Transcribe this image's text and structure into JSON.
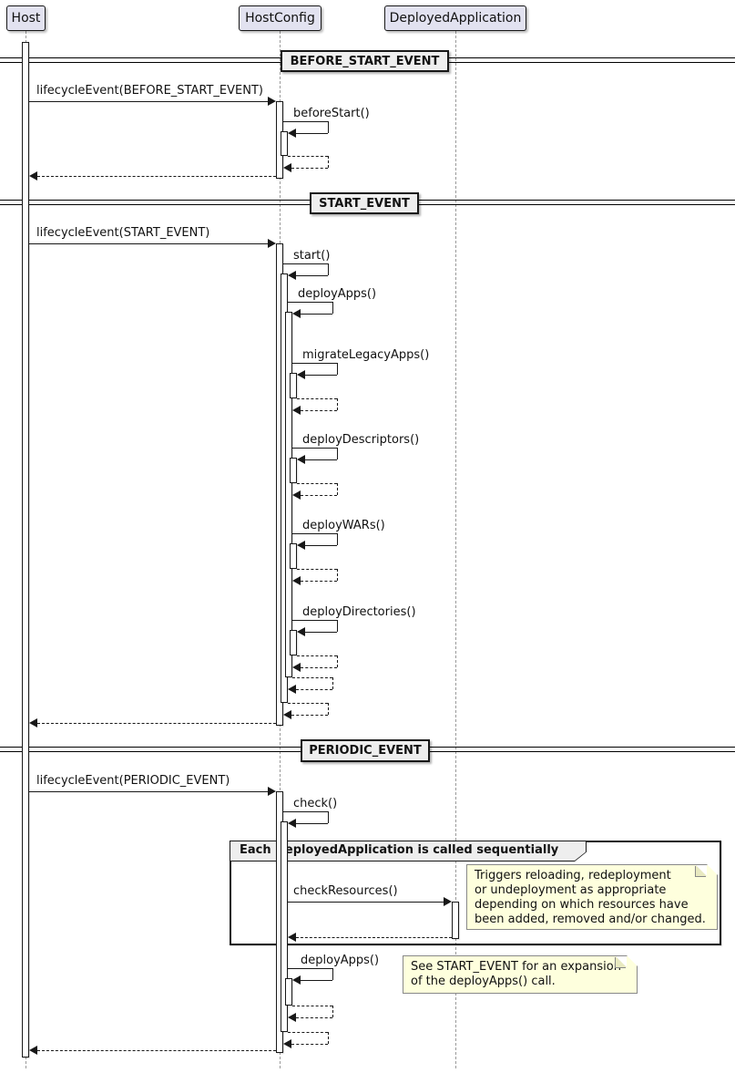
{
  "participants": [
    {
      "name": "Host"
    },
    {
      "name": "HostConfig"
    },
    {
      "name": "DeployedApplication"
    }
  ],
  "dividers": {
    "before_start": "BEFORE_START_EVENT",
    "start": "START_EVENT",
    "periodic": "PERIODIC_EVENT"
  },
  "messages": {
    "lifecycle_before": "lifecycleEvent(BEFORE_START_EVENT)",
    "before_start": "beforeStart()",
    "lifecycle_start": "lifecycleEvent(START_EVENT)",
    "start": "start()",
    "deploy_apps": "deployApps()",
    "migrate_legacy_apps": "migrateLegacyApps()",
    "deploy_descriptors": "deployDescriptors()",
    "deploy_wars": "deployWARs()",
    "deploy_directories": "deployDirectories()",
    "lifecycle_periodic": "lifecycleEvent(PERIODIC_EVENT)",
    "check": "check()",
    "check_resources": "checkResources()",
    "deploy_apps_periodic": "deployApps()"
  },
  "group": {
    "label": "Each DeployedApplication is called sequentially"
  },
  "notes": {
    "check_resources_note": "Triggers reloading, redeployment\nor undeployment as appropriate\ndepending on which resources have\nbeen added, removed and/or changed.",
    "deploy_apps_note": "See START_EVENT for an expansion\nof the deployApps() call."
  },
  "colors": {
    "participant_fill": "#E2E2F0",
    "divider_fill": "#EEEEEE",
    "note_fill": "#FEFFDD",
    "line": "#181818"
  }
}
